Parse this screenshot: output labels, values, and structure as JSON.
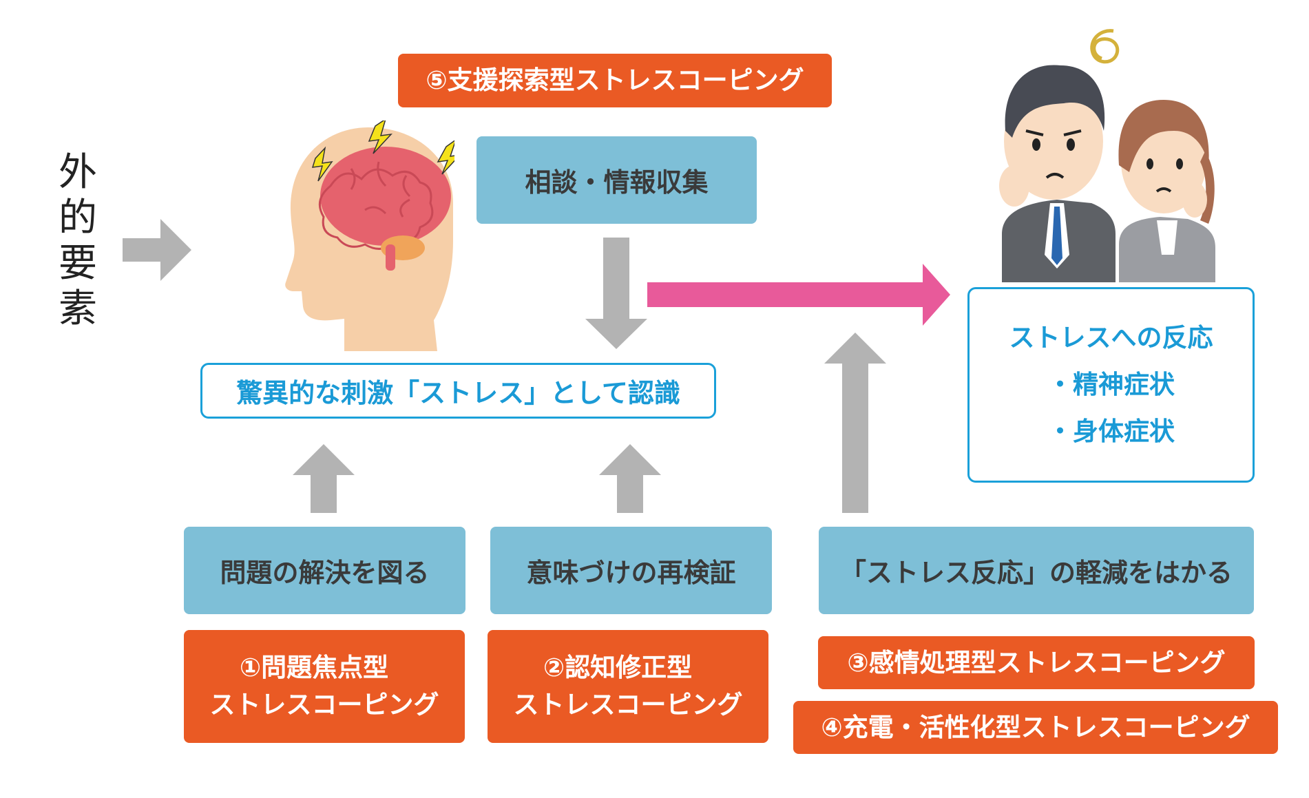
{
  "external_factor": [
    "外",
    "的",
    "要",
    "素"
  ],
  "coping5": "⑤支援探索型ストレスコーピング",
  "consult_box": "相談・情報収集",
  "recognition_box": "驚異的な刺激「ストレス」として認識",
  "reaction_box": {
    "title": "ストレスへの反応",
    "items": [
      "・精神症状",
      "・身体症状"
    ]
  },
  "actions": {
    "problem": "問題の解決を図る",
    "meaning": "意味づけの再検証",
    "reduce": "「ストレス反応」の軽減をはかる"
  },
  "coping1": [
    "①問題焦点型",
    "ストレスコーピング"
  ],
  "coping2": [
    "②認知修正型",
    "ストレスコーピング"
  ],
  "coping3": "③感情処理型ストレスコーピング",
  "coping4": "④充電・活性化型ストレスコーピング",
  "colors": {
    "blue_box": "#7ebfd7",
    "orange_box": "#ea5a24",
    "outline": "#1aa0d9",
    "arrow_gray": "#b3b3b3",
    "arrow_pink": "#e85a9a"
  }
}
